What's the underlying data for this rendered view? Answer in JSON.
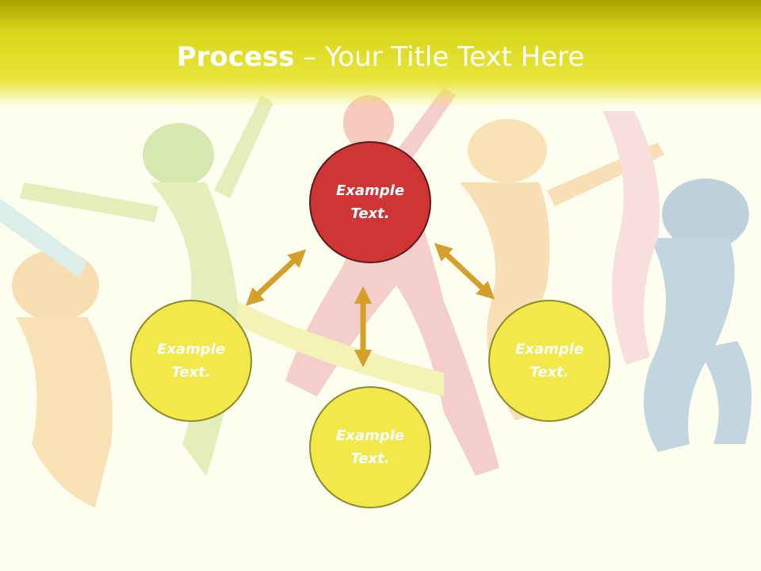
{
  "slide": {
    "title_bold": "Process",
    "title_rest": " – Your Title Text Here"
  },
  "nodes": {
    "top": "Example Text.",
    "left": "Example Text.",
    "right": "Example Text.",
    "bottom": "Example Text."
  },
  "colors": {
    "header": "#d9d61a",
    "node_yellow": "#f2e84a",
    "node_red": "#cf3535",
    "arrow": "#d4a02a"
  }
}
